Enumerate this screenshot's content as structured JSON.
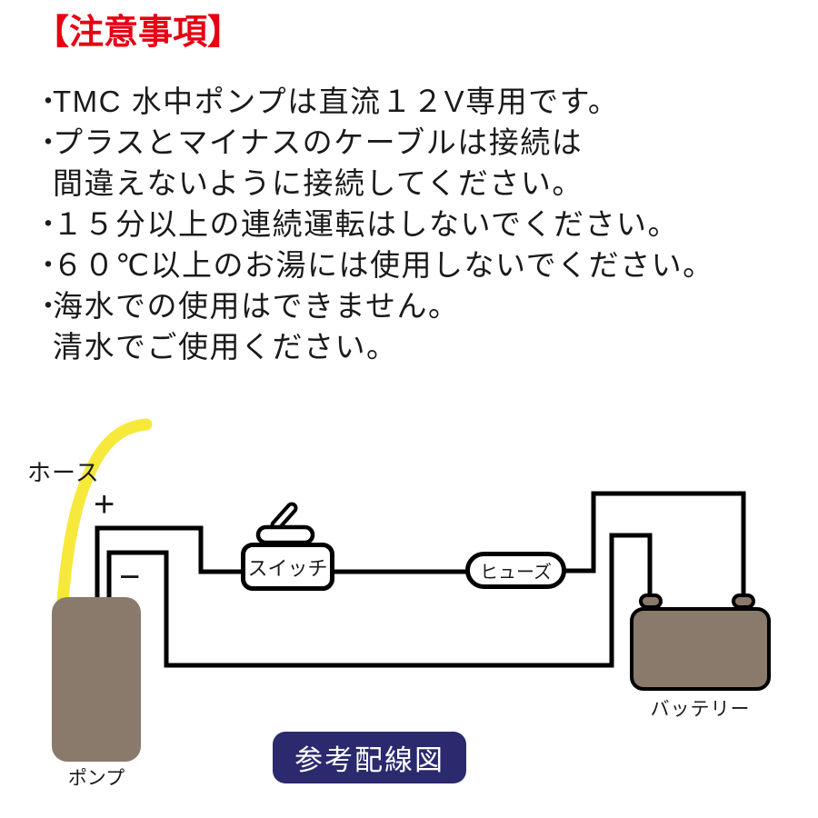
{
  "notice": {
    "title": "【注意事項】",
    "title_color": "#e60012",
    "lines": [
      {
        "marker": "・",
        "text": "TMC 水中ポンプは直流１２V専用です。"
      },
      {
        "marker": "・",
        "text": "プラスとマイナスのケーブルは接続は"
      },
      {
        "marker": "",
        "text": "間違えないように接続してください。"
      },
      {
        "marker": "・",
        "text": "１５分以上の連続運転はしないでください。"
      },
      {
        "marker": "・",
        "text": "６０℃以上のお湯には使用しないでください。"
      },
      {
        "marker": "・",
        "text": "海水での使用はできません。"
      },
      {
        "marker": "",
        "text": "清水でご使用ください。"
      }
    ]
  },
  "diagram": {
    "caption": "参考配線図",
    "labels": {
      "hose": "ホース",
      "plus": "+",
      "minus": "−",
      "pump": "ポンプ",
      "switch": "スイッチ",
      "fuse": "ヒューズ",
      "battery": "バッテリー"
    },
    "colors": {
      "hose_yellow": "#f6e93b",
      "component_brown": "#8a7a6b",
      "wire_black": "#000000",
      "caption_navy": "#2b2a6e",
      "title_red": "#e60012"
    }
  }
}
